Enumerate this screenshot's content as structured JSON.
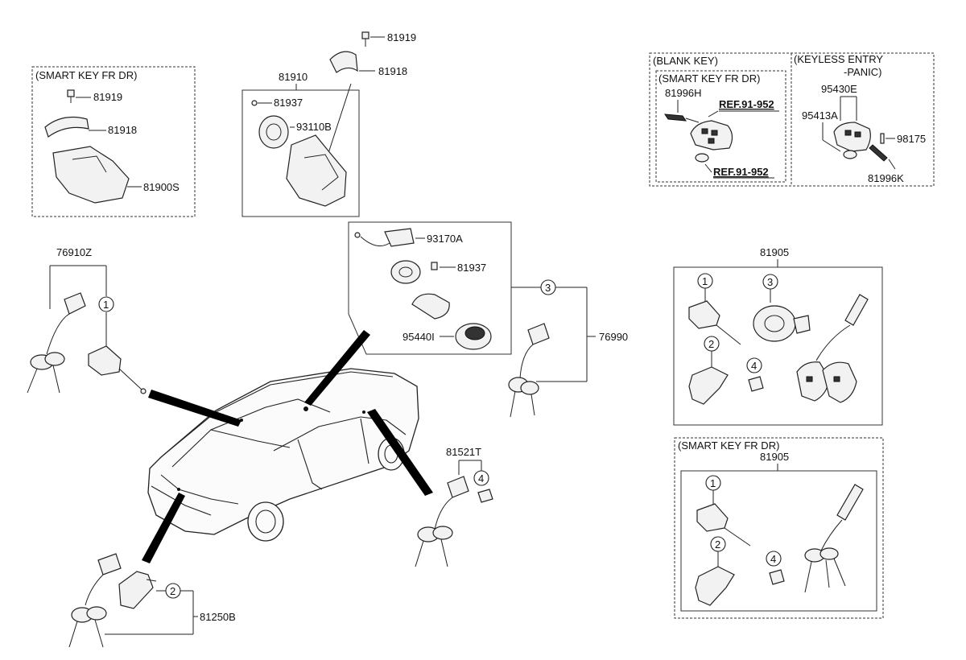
{
  "labels": {
    "p81919_top": "81919",
    "p81918_top": "81918",
    "p81910": "81910",
    "p81937_a": "81937",
    "p93110B": "93110B",
    "sk_title": "(SMART KEY FR DR)",
    "sk_81919": "81919",
    "sk_81918": "81918",
    "sk_81900S": "81900S",
    "blank_key": "(BLANK KEY)",
    "bk_sk_title": "(SMART KEY FR DR)",
    "p81996H": "81996H",
    "ref1": "REF.91-952",
    "ref2": "REF.91-952",
    "keyless_line1": "(KEYLESS ENTRY",
    "keyless_line2": "-PANIC)",
    "p95430E": "95430E",
    "p95413A": "95413A",
    "p98175": "98175",
    "p81996K": "81996K",
    "p76910Z": "76910Z",
    "p93170A": "93170A",
    "p81937_b": "81937",
    "p95440I": "95440I",
    "p76990": "76990",
    "p81905_a": "81905",
    "p81521T": "81521T",
    "p81250B": "81250B",
    "smart_fr_dr2": "(SMART KEY FR DR)",
    "p81905_b": "81905"
  },
  "callouts": {
    "one": "1",
    "two": "2",
    "three": "3",
    "four": "4"
  },
  "colors": {
    "line": "#222222",
    "arrow": "#000000",
    "background": "#ffffff"
  }
}
